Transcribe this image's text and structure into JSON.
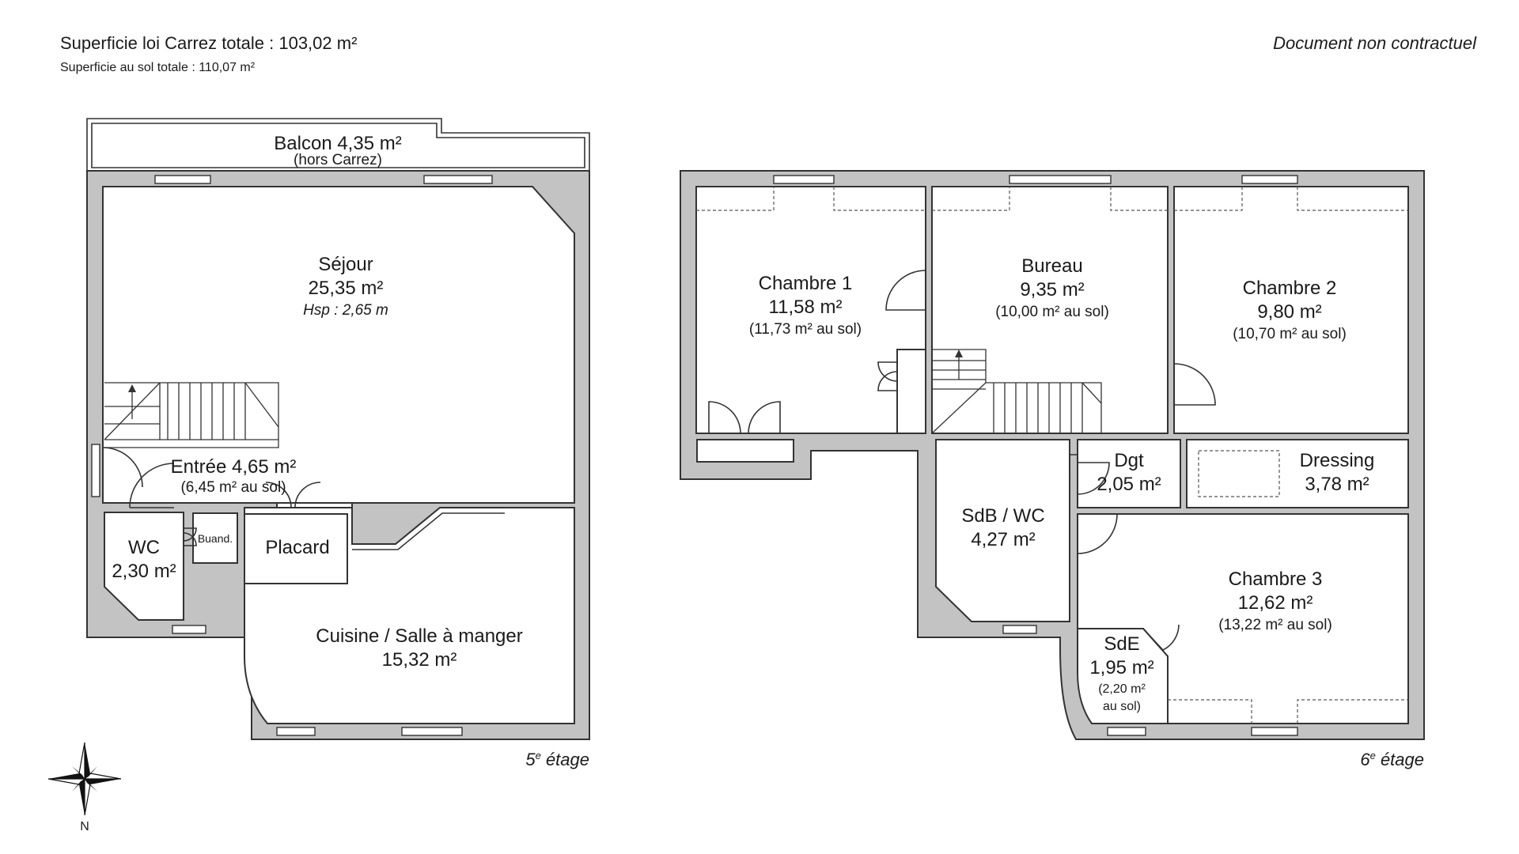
{
  "header": {
    "carrez_total": "Superficie loi Carrez totale : 103,02 m²",
    "floor_total": "Superficie au sol totale : 110,07 m²",
    "disclaimer": "Document non contractuel"
  },
  "floor5": {
    "level_number": "5",
    "level_suffix": "e",
    "level_word": " étage",
    "rooms": {
      "balcon_name": "Balcon 4,35 m²",
      "balcon_note": "(hors Carrez)",
      "sejour_name": "Séjour",
      "sejour_area": "25,35 m²",
      "sejour_hsp": "Hsp : 2,65 m",
      "entree_name": "Entrée 4,65 m²",
      "entree_floor": "(6,45 m² au sol)",
      "wc_name": "WC",
      "wc_area": "2,30 m²",
      "buanderie_name": "Buand.",
      "placard_name": "Placard",
      "cuisine_name": "Cuisine / Salle à manger",
      "cuisine_area": "15,32 m²"
    }
  },
  "floor6": {
    "level_number": "6",
    "level_suffix": "e",
    "level_word": " étage",
    "rooms": {
      "chambre1_name": "Chambre 1",
      "chambre1_area": "11,58 m²",
      "chambre1_floor": "(11,73 m² au sol)",
      "bureau_name": "Bureau",
      "bureau_area": "9,35 m²",
      "bureau_floor": "(10,00 m² au sol)",
      "chambre2_name": "Chambre 2",
      "chambre2_area": "9,80 m²",
      "chambre2_floor": "(10,70 m² au sol)",
      "dgt_name": "Dgt",
      "dgt_area": "2,05 m²",
      "dressing_name": "Dressing",
      "dressing_area": "3,78 m²",
      "sdb_name": "SdB / WC",
      "sdb_area": "4,27 m²",
      "chambre3_name": "Chambre 3",
      "chambre3_area": "12,62 m²",
      "chambre3_floor": "(13,22 m² au sol)",
      "sde_name": "SdE",
      "sde_area": "1,95 m²",
      "sde_floor_1": "(2,20 m²",
      "sde_floor_2": "au sol)"
    }
  },
  "compass": {
    "north_label": "N",
    "icon": "compass-rose-icon"
  }
}
